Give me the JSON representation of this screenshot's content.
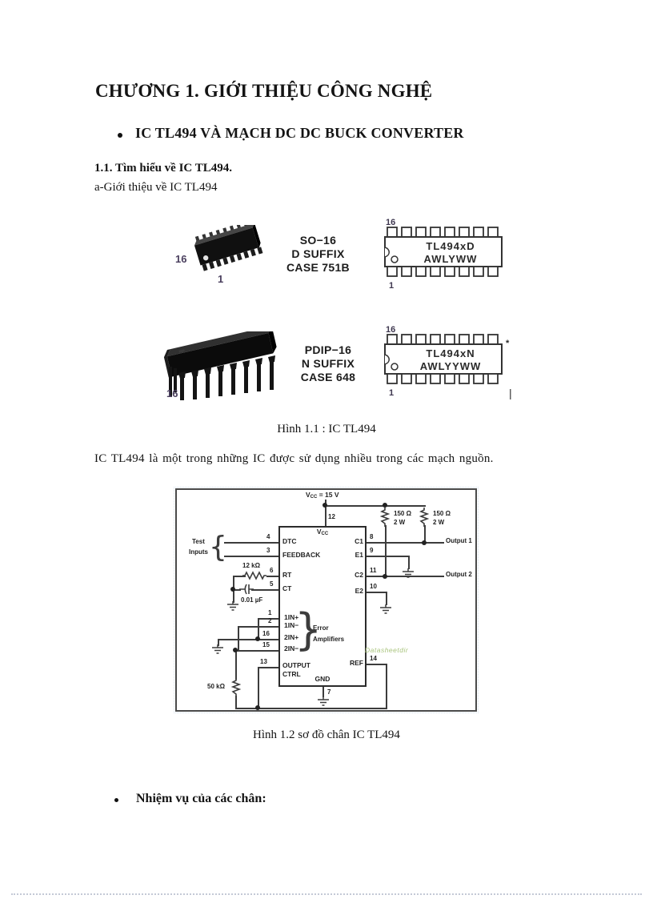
{
  "page": {
    "title": "CHƯƠNG 1. GIỚI THIỆU CÔNG NGHỆ",
    "topic_bullet": "IC TL494 VÀ MẠCH DC DC BUCK CONVERTER",
    "section_heading": "1.1. Tìm hiểu về IC TL494.",
    "subsection": "a-Giới thiệu về IC TL494",
    "fig1_caption": "Hình 1.1 : IC TL494",
    "paragraph": "IC TL494 là một trong những IC được sử dụng nhiều trong các mạch nguồn.",
    "fig2_caption": "Hình 1.2 sơ đồ chân IC TL494",
    "pins_bullet": "Nhiệm vụ của các chân:"
  },
  "fig1": {
    "so16": {
      "corner_pin": "16",
      "first_pin": "1",
      "pkg": "SO−16",
      "suffix": "D SUFFIX",
      "case": "CASE 751B",
      "dip": {
        "pin16": "16",
        "pin1": "1",
        "marking1": "TL494xD",
        "marking2": "AWLYWW"
      }
    },
    "pdip": {
      "corner_pin": "16",
      "pkg": "PDIP−16",
      "suffix": "N SUFFIX",
      "case": "CASE 648",
      "dip": {
        "pin16": "16",
        "pin1": "1",
        "marking1": "TL494xN",
        "marking2": "AWLYYWW",
        "star": "*",
        "tick": "|"
      }
    }
  },
  "circuit": {
    "supply": {
      "v": "V",
      "sub": "CC",
      "rest": "= 15 V"
    },
    "supply_pin": "12",
    "test_line1": "Test",
    "test_line2": "Inputs",
    "rt_resistor": "12 kΩ",
    "ct_capacitor": "0.01 µF",
    "ref_resistor": "50 kΩ",
    "load1_r": "150 Ω",
    "load1_w": "2 W",
    "load2_r": "150 Ω",
    "load2_w": "2 W",
    "output1": "Output 1",
    "output2": "Output 2",
    "error_line1": "Error",
    "error_line2": "Amplifiers",
    "watermark": "Datasheetdir",
    "ic": {
      "vcc_v": "V",
      "vcc_sub": "CC",
      "gnd": "GND",
      "gnd_pin": "7",
      "left_pins": [
        {
          "num": "4",
          "label": "DTC"
        },
        {
          "num": "3",
          "label": "FEEDBACK"
        },
        {
          "num": "6",
          "label": "RT"
        },
        {
          "num": "5",
          "label": "CT"
        },
        {
          "num": "1",
          "label": "1IN+"
        },
        {
          "num": "2",
          "label": "1IN−"
        },
        {
          "num": "16",
          "label": "2IN+"
        },
        {
          "num": "15",
          "label": "2IN−"
        },
        {
          "num": "13",
          "label": "OUTPUT",
          "label2": "CTRL"
        }
      ],
      "right_pins": [
        {
          "num": "8",
          "label": "C1"
        },
        {
          "num": "9",
          "label": "E1"
        },
        {
          "num": "11",
          "label": "C2"
        },
        {
          "num": "10",
          "label": "E2"
        },
        {
          "num": "14",
          "label": "REF"
        }
      ]
    }
  },
  "colors": {
    "wire": "#3c3c3c",
    "watermark_green": "#a9c47d",
    "package_number": "#4a3f5e"
  }
}
